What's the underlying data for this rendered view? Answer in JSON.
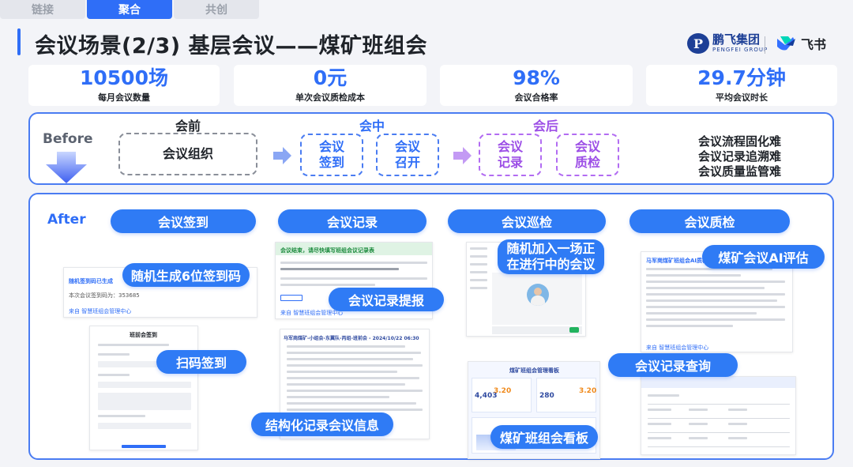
{
  "tabs": [
    {
      "label": "链接",
      "active": false
    },
    {
      "label": "聚合",
      "active": true
    },
    {
      "label": "共创",
      "active": false
    }
  ],
  "title": "会议场景(2/3) 基层会议——煤矿班组会",
  "logos": {
    "pengfei_name": "鹏飞集团",
    "pengfei_sub": "PENGFEI GROUP",
    "feishu_name": "飞书"
  },
  "stats": [
    {
      "value": "10500场",
      "label": "每月会议数量"
    },
    {
      "value": "0元",
      "label": "单次会议质检成本"
    },
    {
      "value": "98%",
      "label": "会议合格率"
    },
    {
      "value": "29.7分钟",
      "label": "平均会议时长"
    }
  ],
  "before": {
    "label": "Before",
    "phases": [
      {
        "name": "会前",
        "color": "#1f2329"
      },
      {
        "name": "会中",
        "color": "#2f6ef7"
      },
      {
        "name": "会后",
        "color": "#9c4ee6"
      }
    ],
    "boxes": {
      "organize": "会议组织",
      "signin_1": "会议",
      "signin_2": "签到",
      "convene_1": "会议",
      "convene_2": "召开",
      "record_1": "会议",
      "record_2": "记录",
      "quality_1": "会议",
      "quality_2": "质检"
    },
    "pain_points": [
      "会议流程固化难",
      "会议记录追溯难",
      "会议质量监管难"
    ]
  },
  "after": {
    "label": "After",
    "headers": [
      "会议签到",
      "会议记录",
      "会议巡检",
      "会议质检"
    ],
    "features": {
      "random_code": "随机生成6位签到码",
      "scan_signin": "扫码签到",
      "record_report": "会议记录提报",
      "structured_info": "结构化记录会议信息",
      "random_join_1": "随机加入一场正",
      "random_join_2": "在进行中的会议",
      "dashboard": "煤矿班组会看板",
      "ai_eval": "煤矿会议AI评估",
      "record_query": "会议记录查询"
    },
    "shot_signin": {
      "banner": "随机签到码已生成",
      "code_line": "本次会议签到码为：353685",
      "from": "来自 智慧班组会管理中心",
      "form_title": "班前会签到"
    },
    "shot_record": {
      "head": "会议结束，请尽快填写班组会议记录表",
      "from": "来自 智慧班组会管理中心",
      "doc_title": "马军崗煤矿-小组会-东翼队-丙组-班前会 - 2024/10/22 06:30"
    },
    "shot_patrol": {
      "dash_title": "煤矿班组会管理看板",
      "dash_stat": "4,403",
      "dash_stat2": "280",
      "dash_stat3": "3.20"
    },
    "shot_quality": {
      "head": "马军崗煤矿班组会AI质检",
      "from": "来自 智慧班组会管理中心"
    }
  },
  "colors": {
    "accent": "#2f6ef7",
    "purple": "#9c4ee6",
    "pill": "#2f7bf5"
  }
}
